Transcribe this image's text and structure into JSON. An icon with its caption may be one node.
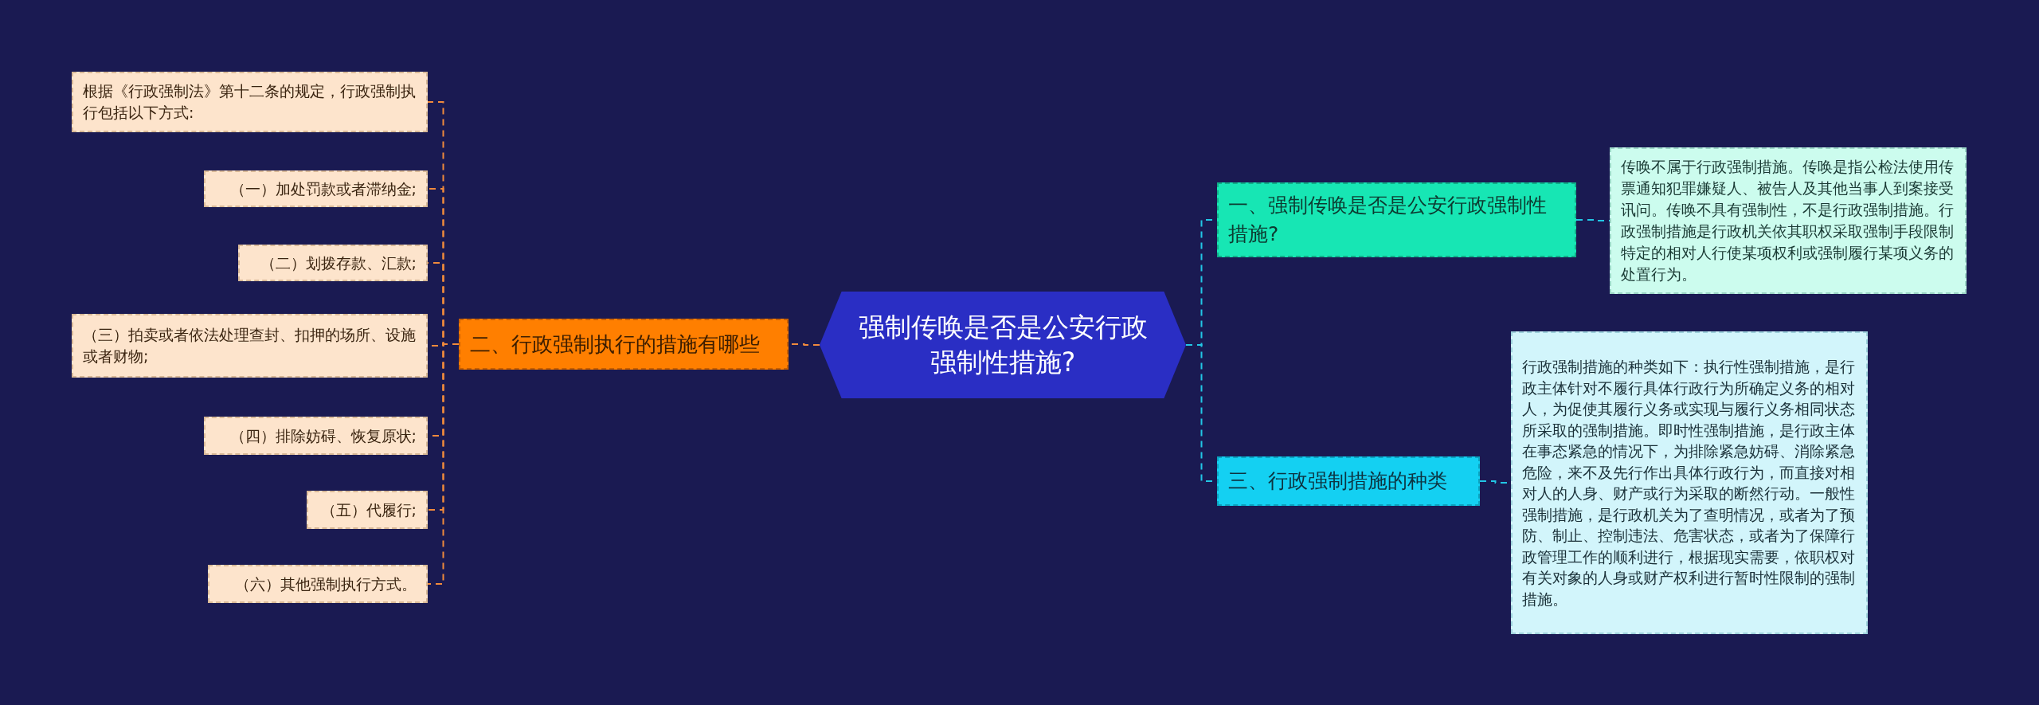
{
  "diagram": {
    "nodes": [
      {
        "text": [
          "强制传唤是否是公安行政强制性措施?"
        ]
      },
      {
        "text": [
          "二、行政强制执行的措施有哪些"
        ]
      },
      {
        "text": [
          "根据《行政强制法》第十二条的规定，行政强制执行包括以下方式:"
        ]
      },
      {
        "text": [
          "（一）加处罚款或者滞纳金;"
        ]
      },
      {
        "text": [
          "（二）划拨存款、汇款;"
        ]
      },
      {
        "text": [
          "（三）拍卖或者依法处理查封、扣押的场所、设施或者财物;"
        ]
      },
      {
        "text": [
          "（四）排除妨碍、恢复原状;"
        ]
      },
      {
        "text": [
          "（五）代履行;"
        ]
      },
      {
        "text": [
          "（六）其他强制执行方式。"
        ]
      },
      {
        "text": [
          "一、强制传唤是否是公安行政强制性措施?"
        ]
      },
      {
        "text": [
          "传唤不属于行政强制措施。传唤是指公检法使用传票通知犯罪嫌疑人、被告人及其他当事人到案接受讯问。传唤不具有强制性，不是行政强制措施。行政强制措施是行政机关依其职权采取强制手段限制特定的相对人行使某项权利或强制履行某项义务的处置行为。"
        ]
      },
      {
        "text": [
          "三、行政强制措施的种类"
        ]
      },
      {
        "text": [
          "行政强制措施的种类如下：执行性强制措施，是行政主体针对不履行具体行政行为所确定义务的相对人，为促使其履行义务或实现与履行义务相同状态所采取的强制措施。即时性强制措施，是行政主体在事态紧急的情况下，为排除紧急妨碍、消除紧急危险，来不及先行作出具体行政行为，而直接对相对人的人身、财产或行为采取的断然行动。一般性强制措施，是行政机关为了查明情况，或者为了预防、制止、控制违法、危害状态，或者为了保障行政管理工作的顺利进行，根据现实需要，依职权对有关对象的人身或财产权利进行暂时性限制的强制措施。"
        ]
      }
    ],
    "edges": [
      {
        "from": 0,
        "to": 1,
        "arrow": "none",
        "style": "dashed",
        "color": "#f08a3c"
      },
      {
        "from": 1,
        "to": 2,
        "arrow": "none",
        "style": "dashed",
        "color": "#f08a3c"
      },
      {
        "from": 1,
        "to": 3,
        "arrow": "none",
        "style": "dashed",
        "color": "#f08a3c"
      },
      {
        "from": 1,
        "to": 4,
        "arrow": "none",
        "style": "dashed",
        "color": "#f08a3c"
      },
      {
        "from": 1,
        "to": 5,
        "arrow": "none",
        "style": "dashed",
        "color": "#f08a3c"
      },
      {
        "from": 1,
        "to": 6,
        "arrow": "none",
        "style": "dashed",
        "color": "#f08a3c"
      },
      {
        "from": 1,
        "to": 7,
        "arrow": "none",
        "style": "dashed",
        "color": "#f08a3c"
      },
      {
        "from": 1,
        "to": 8,
        "arrow": "none",
        "style": "dashed",
        "color": "#f08a3c"
      },
      {
        "from": 0,
        "to": 9,
        "arrow": "none",
        "style": "dashed",
        "color": "#22c7e6"
      },
      {
        "from": 9,
        "to": 10,
        "arrow": "none",
        "style": "dashed",
        "color": "#22c7e6"
      },
      {
        "from": 0,
        "to": 11,
        "arrow": "none",
        "style": "dashed",
        "color": "#22c7e6"
      },
      {
        "from": 11,
        "to": 12,
        "arrow": "none",
        "style": "dashed",
        "color": "#22c7e6"
      }
    ]
  }
}
